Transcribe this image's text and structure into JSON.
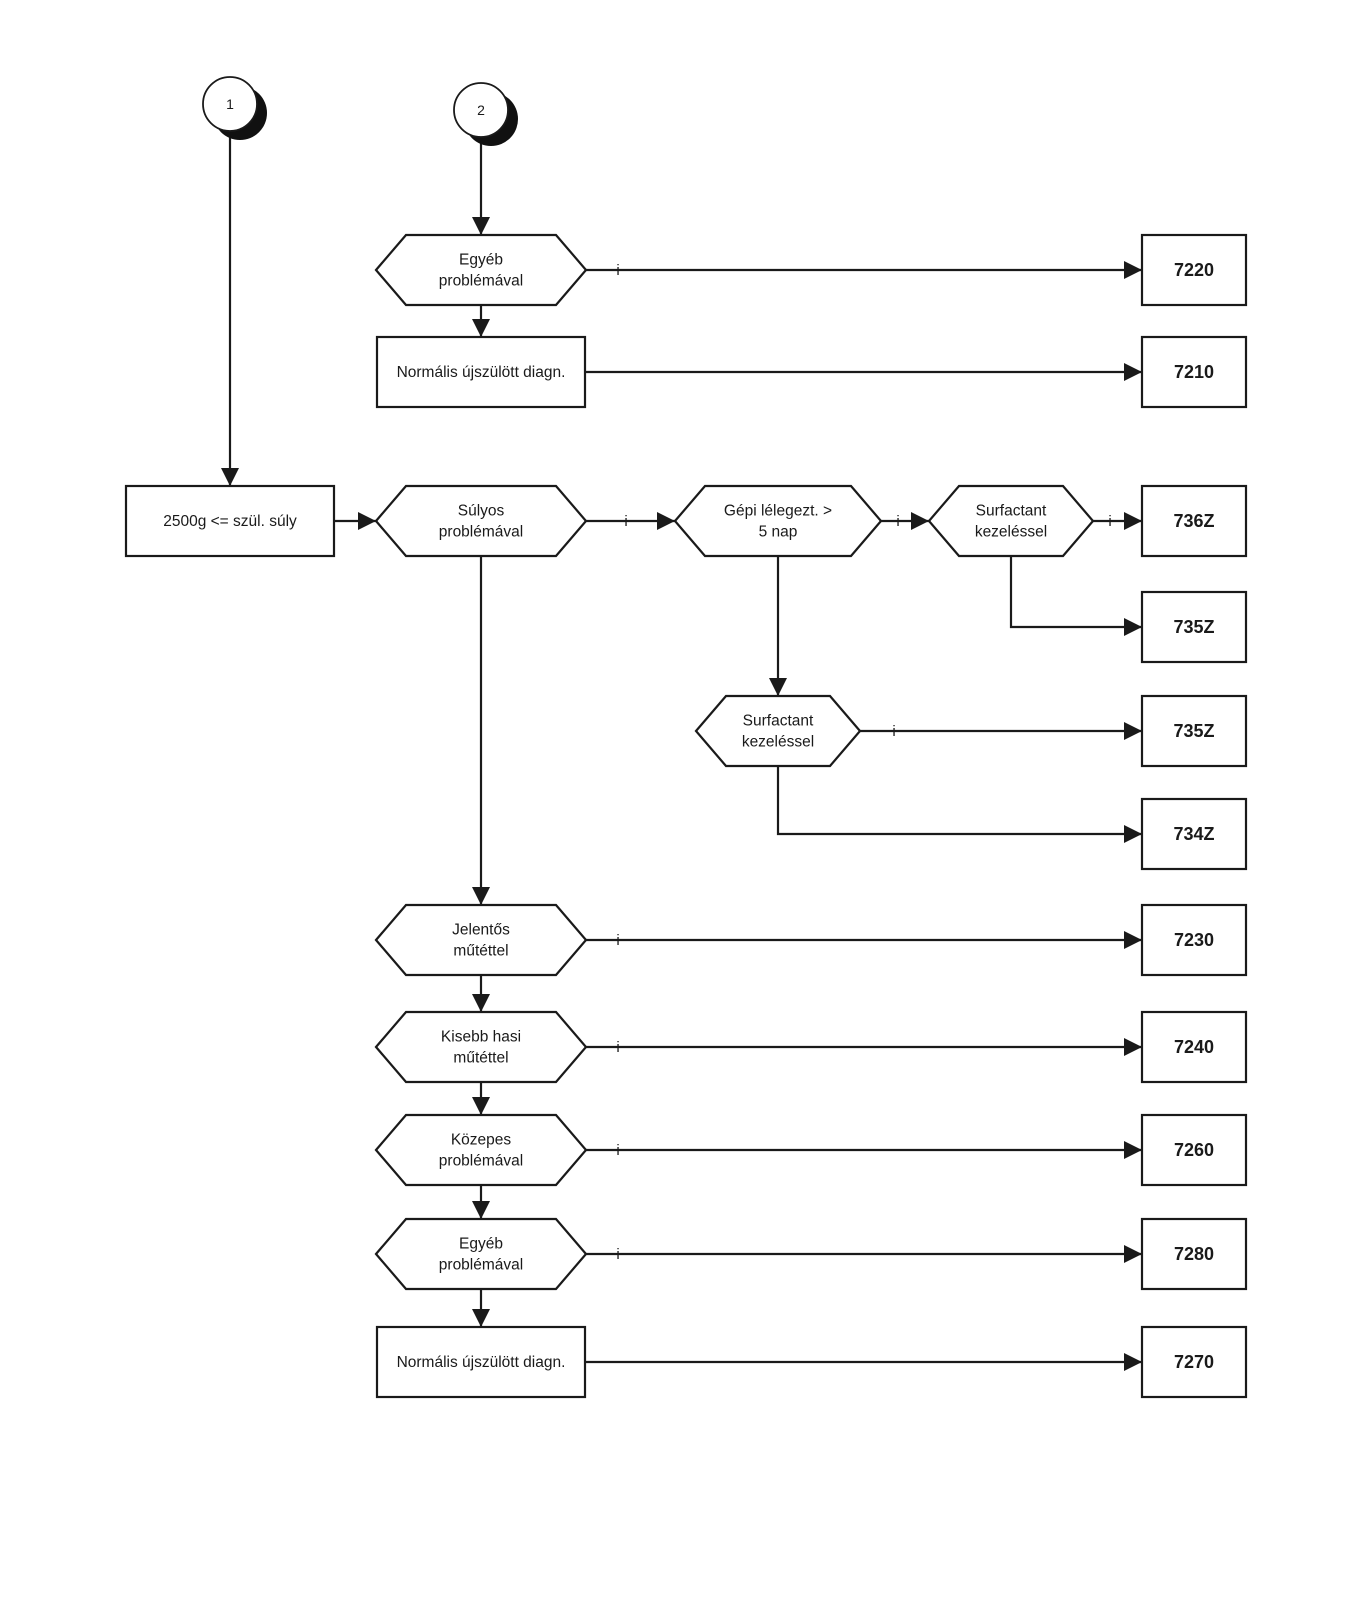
{
  "connectors": [
    {
      "id": "c1",
      "label": "1"
    },
    {
      "id": "c2",
      "label": "2"
    }
  ],
  "nodes": [
    {
      "id": "n_egyeb_top",
      "lines": [
        "Egyéb",
        "problémával"
      ]
    },
    {
      "id": "n_norm_top",
      "lines": [
        "Normális újszülött diagn."
      ]
    },
    {
      "id": "n_weight",
      "lines": [
        "2500g <= szül. súly"
      ]
    },
    {
      "id": "n_sulyos",
      "lines": [
        "Súlyos",
        "problémával"
      ]
    },
    {
      "id": "n_gepi",
      "lines": [
        "Gépi lélegezt. >",
        "5 nap"
      ]
    },
    {
      "id": "n_surf_a",
      "lines": [
        "Surfactant",
        "kezeléssel"
      ]
    },
    {
      "id": "n_surf_b",
      "lines": [
        "Surfactant",
        "kezeléssel"
      ]
    },
    {
      "id": "n_jelentos",
      "lines": [
        "Jelentős",
        "műtéttel"
      ]
    },
    {
      "id": "n_kisebb",
      "lines": [
        "Kisebb hasi",
        "műtéttel"
      ]
    },
    {
      "id": "n_kozepes",
      "lines": [
        "Közepes",
        "problémával"
      ]
    },
    {
      "id": "n_egyeb_bot",
      "lines": [
        "Egyéb",
        "problémával"
      ]
    },
    {
      "id": "n_norm_bot",
      "lines": [
        "Normális újszülött diagn."
      ]
    }
  ],
  "codes": [
    {
      "id": "k7220",
      "label": "7220"
    },
    {
      "id": "k7210",
      "label": "7210"
    },
    {
      "id": "k736z",
      "label": "736Z"
    },
    {
      "id": "k735z_a",
      "label": "735Z"
    },
    {
      "id": "k735z_b",
      "label": "735Z"
    },
    {
      "id": "k734z",
      "label": "734Z"
    },
    {
      "id": "k7230",
      "label": "7230"
    },
    {
      "id": "k7240",
      "label": "7240"
    },
    {
      "id": "k7260",
      "label": "7260"
    },
    {
      "id": "k7280",
      "label": "7280"
    },
    {
      "id": "k7270",
      "label": "7270"
    }
  ],
  "edge_label_yes": "i"
}
